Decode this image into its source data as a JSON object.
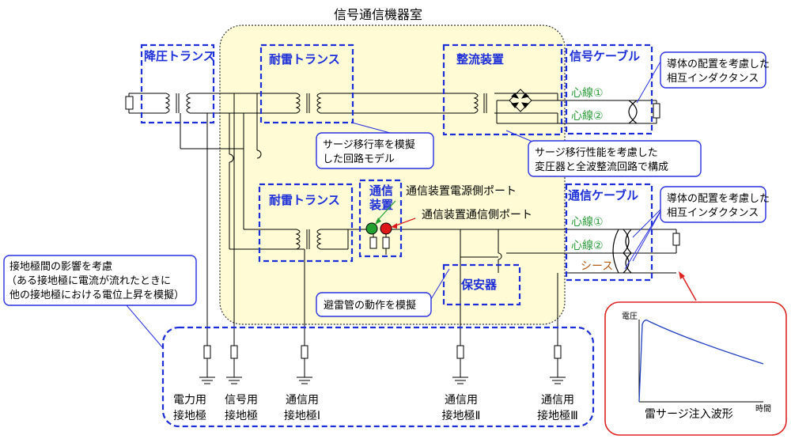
{
  "room_title": "信号通信機器室",
  "boxes": {
    "step_down": "降圧トランス",
    "lightning_trans_top": "耐雷トランス",
    "rectifier": "整流装置",
    "signal_cable": "信号ケーブル",
    "lightning_trans_mid": "耐雷トランス",
    "comm_device_l1": "通信",
    "comm_device_l2": "装置",
    "comm_cable": "通信ケーブル",
    "protector": "保安器"
  },
  "wires": {
    "signal_core1": "心線①",
    "signal_core2": "心線②",
    "comm_core1": "心線①",
    "comm_core2": "心線②",
    "sheath": "シース"
  },
  "ports": {
    "power_side": "通信装置電源側ポート",
    "comm_side": "通信装置通信側ポート"
  },
  "callouts": {
    "mutual_top_l1": "導体の配置を考慮した",
    "mutual_top_l2": "相互インダクタンス",
    "mutual_mid_l1": "導体の配置を考慮した",
    "mutual_mid_l2": "相互インダクタンス",
    "surge_model_l1": "サージ移行率を模擬",
    "surge_model_l2": "した回路モデル",
    "surge_perf_l1": "サージ移行性能を考慮した",
    "surge_perf_l2": "変圧器と全波整流回路で構成",
    "ground_l1": "接地極間の影響を考慮",
    "ground_l2": "（ある接地極に電流が流れたときに",
    "ground_l3": "他の接地極における電位上昇を模擬）",
    "arrester": "避雷管の動作を模擬"
  },
  "grounds": [
    {
      "l1": "電力用",
      "l2": "接地極"
    },
    {
      "l1": "信号用",
      "l2": "接地極"
    },
    {
      "l1": "通信用",
      "l2": "接地極Ⅰ"
    },
    {
      "l1": "通信用",
      "l2": "接地極Ⅱ"
    },
    {
      "l1": "通信用",
      "l2": "接地極Ⅲ"
    }
  ],
  "waveform": {
    "ylabel": "電圧",
    "xlabel": "時間",
    "caption": "雷サージ注入波形"
  },
  "colors": {
    "room_fill": "#fefbd5",
    "dash_blue": "#1c2ed8",
    "callout_border": "#2830e0",
    "green_text": "#2a9a38",
    "sheath_text": "#b05a18",
    "port_green": "#22a030",
    "port_red": "#dd1818",
    "wave_border": "#dd2222",
    "wave_curve": "#2040c0"
  }
}
